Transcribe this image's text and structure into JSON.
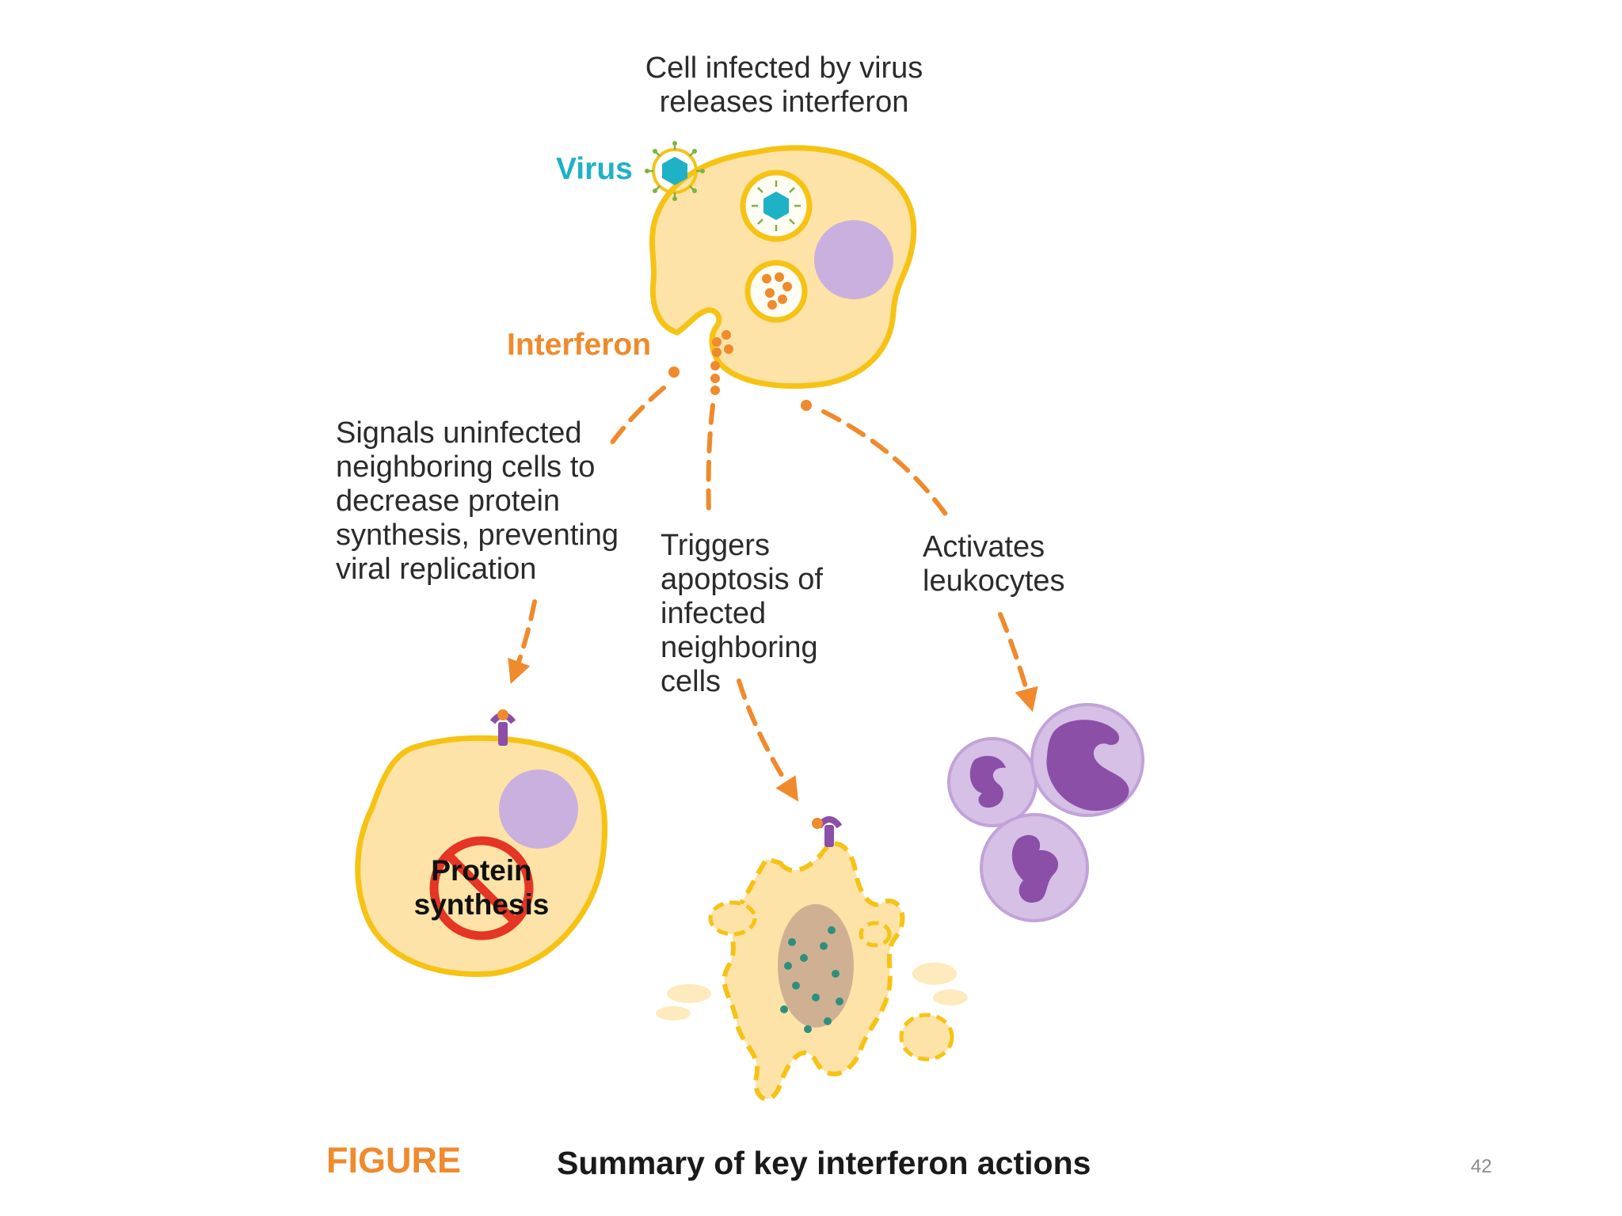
{
  "colors": {
    "cell_fill": "#fde3a7",
    "cell_outline": "#f6c315",
    "interferon": "#ef8a2d",
    "virus": "#1fb1c6",
    "nucleus": "#c9b0de",
    "leukocyte_nucleus": "#8b4fa8",
    "forbidden": "#e53524"
  },
  "icons": [
    "virus-icon",
    "interferon-molecule-icon",
    "receptor-icon",
    "prohibition-icon"
  ],
  "labels": {
    "infected_cell": [
      "Cell infected by virus",
      "releases interferon"
    ],
    "virus": "Virus",
    "interferon": "Interferon",
    "signals": [
      "Signals uninfected",
      "neighboring cells to",
      "decrease protein",
      "synthesis, preventing",
      "viral replication"
    ],
    "apoptosis": [
      "Triggers",
      "apoptosis of",
      "infected",
      "neighboring",
      "cells"
    ],
    "leukocytes": [
      "Activates",
      "leukocytes"
    ],
    "protein_synthesis": [
      "Protein",
      "synthesis"
    ]
  },
  "caption": {
    "figure_label": "FIGURE",
    "title": "Summary of key interferon actions"
  },
  "page_number": "42"
}
